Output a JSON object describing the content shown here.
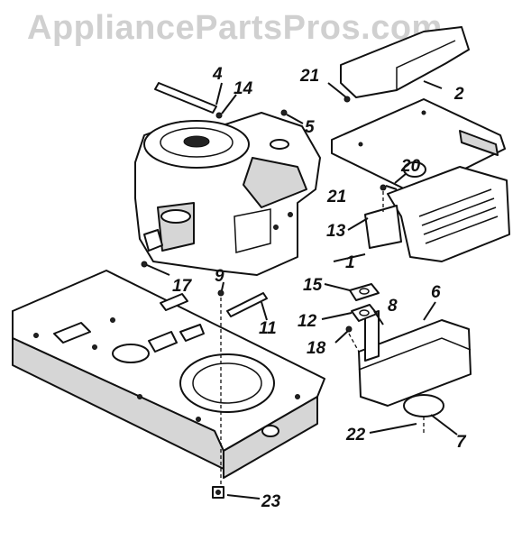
{
  "watermark": "AppliancePartsPros.com",
  "callouts": {
    "c1": "1",
    "c2": "2",
    "c4": "4",
    "c5": "5",
    "c6": "6",
    "c7": "7",
    "c8": "8",
    "c9": "9",
    "c11": "11",
    "c12": "12",
    "c13": "13",
    "c14": "14",
    "c15": "15",
    "c17": "17",
    "c18": "18",
    "c20": "20",
    "c21a": "21",
    "c21b": "21",
    "c22": "22",
    "c23": "23"
  }
}
